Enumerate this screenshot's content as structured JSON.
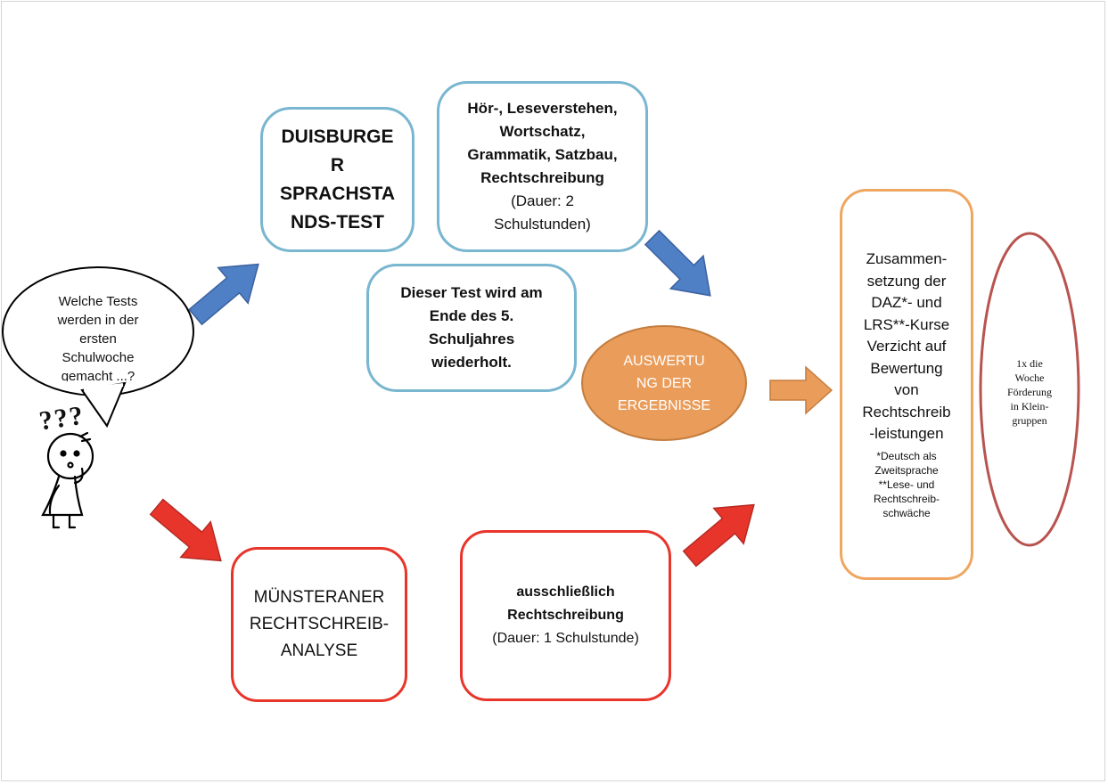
{
  "speech_bubble": {
    "lines": [
      "Welche Tests",
      "werden in der",
      "ersten",
      "Schulwoche",
      "gemacht ...?"
    ]
  },
  "figure": {
    "marks": "???"
  },
  "duisburg_box": {
    "lines": [
      "DUISBURGE",
      "R",
      "SPRACHSTA",
      "NDS-TEST"
    ]
  },
  "duisburg_detail_box": {
    "bold_lines": [
      "Hör-, Leseverstehen,",
      "Wortschatz,",
      "Grammatik, Satzbau,",
      "Rechtschreibung"
    ],
    "lines": [
      "(Dauer: 2",
      "Schulstunden)"
    ]
  },
  "repeat_box": {
    "lines": [
      "Dieser Test wird am",
      "Ende des 5.",
      "Schuljahres",
      "wiederholt."
    ]
  },
  "evaluation_oval": {
    "lines": [
      "AUSWERTU",
      "NG DER",
      "ERGEBNISSE"
    ]
  },
  "muenster_box": {
    "lines": [
      "MÜNSTERANER",
      "RECHTSCHREIB-",
      "ANALYSE"
    ]
  },
  "muenster_detail_box": {
    "bold_lines": [
      "ausschließlich",
      "Rechtschreibung"
    ],
    "lines": [
      "(Dauer: 1 Schulstunde)"
    ]
  },
  "courses_box": {
    "lines": [
      "Zusammen-",
      "setzung der",
      "DAZ*- und",
      "LRS**-Kurse",
      "Verzicht auf",
      "Bewertung",
      "von",
      "Rechtschreib",
      "-leistungen"
    ],
    "footnotes": [
      "*Deutsch als",
      "Zweitsprache",
      "**Lese- und",
      "Rechtschreib-",
      "schwäche"
    ]
  },
  "support_oval": {
    "lines": [
      "1x die",
      "Woche",
      "Förderung",
      "in Klein-",
      "gruppen"
    ]
  },
  "colors": {
    "blue_border": "#79b6cf",
    "red_border": "#e8352b",
    "orange_border": "#efa660",
    "blue_arrow": "#4f7fc4",
    "red_arrow": "#e8352b",
    "orange_fill": "#ea9c5a",
    "support_border": "#b85450"
  }
}
